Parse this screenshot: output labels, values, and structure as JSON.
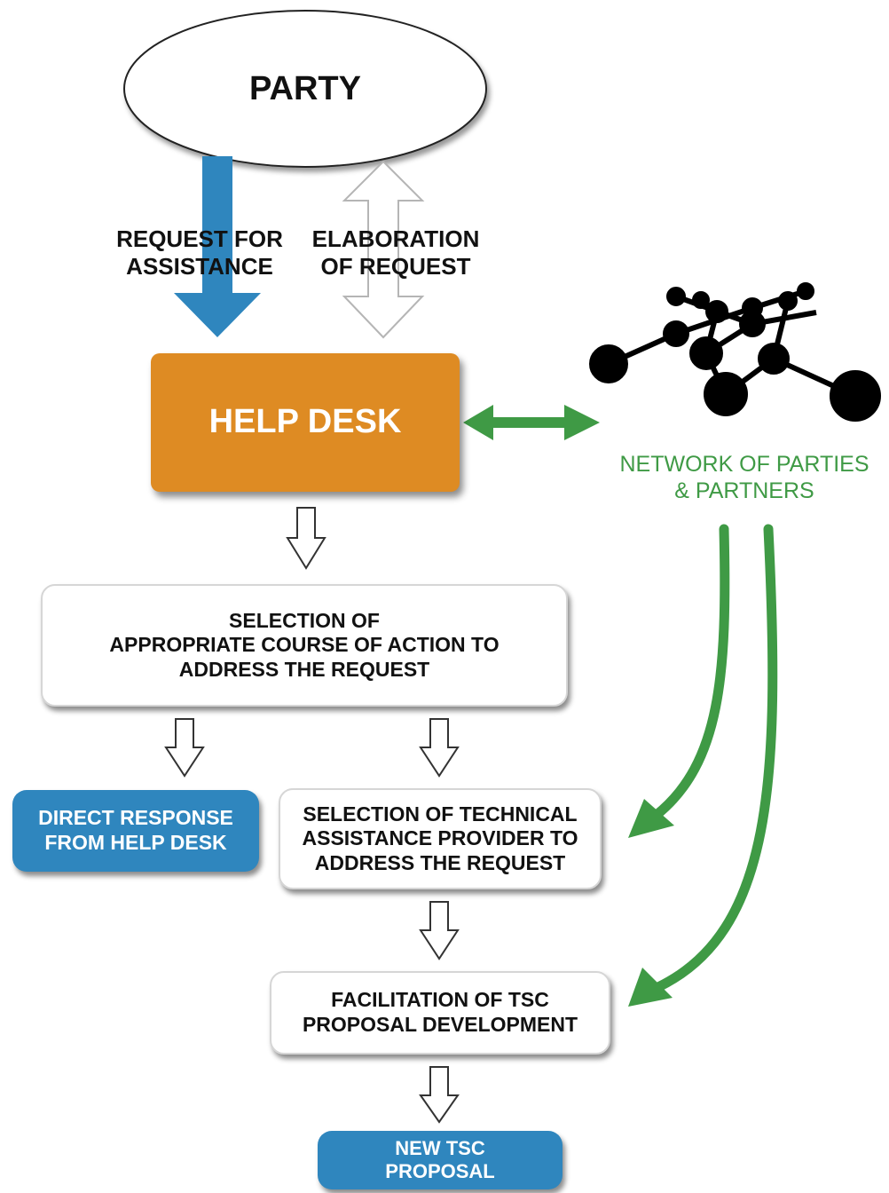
{
  "colors": {
    "blue": "#2f86be",
    "orange": "#de8b23",
    "green": "#3f9a45",
    "black": "#000000",
    "white": "#ffffff"
  },
  "party": {
    "label": "PARTY"
  },
  "arrows": {
    "request_for_assistance": [
      "REQUEST FOR",
      "ASSISTANCE"
    ],
    "elaboration_of_request": [
      "ELABORATION",
      "OF REQUEST"
    ]
  },
  "help_desk": {
    "label": "HELP DESK"
  },
  "network": {
    "label_lines": [
      "NETWORK OF PARTIES",
      "& PARTNERS"
    ],
    "icon": "network-graph-icon"
  },
  "selection_course": {
    "lines": [
      "SELECTION OF",
      "APPROPRIATE COURSE OF ACTION TO",
      "ADDRESS THE REQUEST"
    ]
  },
  "direct_response": {
    "lines": [
      "DIRECT RESPONSE",
      "FROM HELP DESK"
    ]
  },
  "selection_provider": {
    "lines": [
      "SELECTION OF TECHNICAL",
      "ASSISTANCE PROVIDER TO",
      "ADDRESS THE REQUEST"
    ]
  },
  "facilitation": {
    "lines": [
      "FACILITATION OF TSC",
      "PROPOSAL DEVELOPMENT"
    ]
  },
  "new_proposal": {
    "lines": [
      "NEW TSC",
      "PROPOSAL"
    ]
  }
}
